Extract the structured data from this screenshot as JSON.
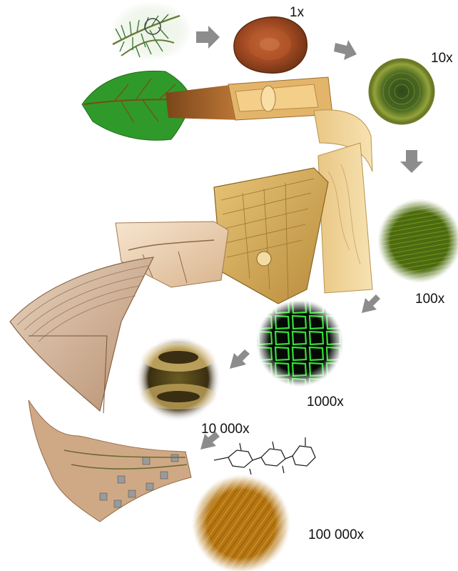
{
  "diagram": {
    "magnifications": [
      {
        "id": "1x",
        "label": "1x"
      },
      {
        "id": "10x",
        "label": "10x"
      },
      {
        "id": "100x",
        "label": "100x"
      },
      {
        "id": "1000x",
        "label": "1000x"
      },
      {
        "id": "10000x",
        "label": "10 000x"
      },
      {
        "id": "100000x",
        "label": "100 000x"
      }
    ]
  },
  "colors": {
    "arrow": "#8c8c8c",
    "leaf_green": "#2f9a2a",
    "trunk_brown": "#a0642d",
    "wood_tan": "#edcd8a",
    "cell_green": "#35e035",
    "fibril_gold": "#c98a1c"
  }
}
